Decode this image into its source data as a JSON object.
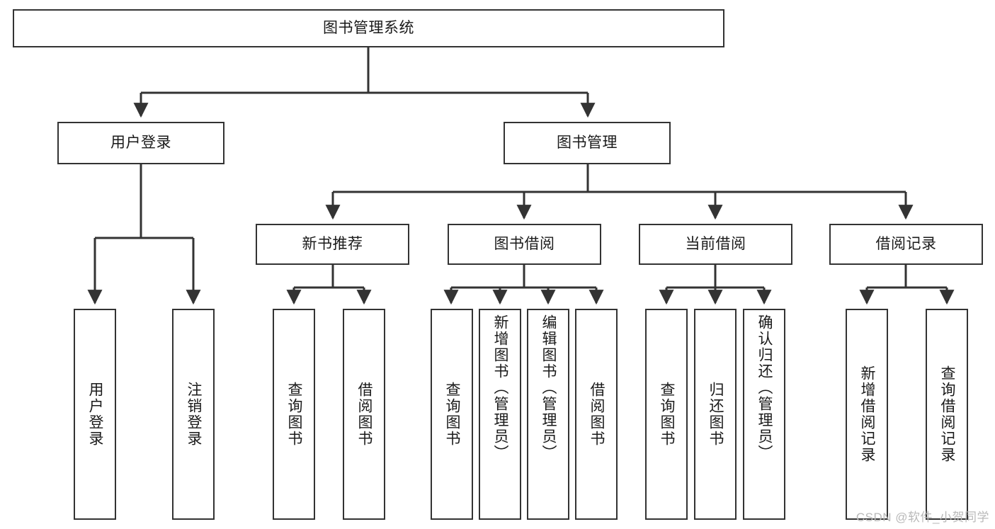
{
  "diagram": {
    "title": "图书管理系统",
    "type": "tree",
    "watermark": "CSDN @软件_小贺同学",
    "colors": {
      "box_border": "#333333",
      "box_fill": "#ffffff",
      "connector": "#333333",
      "text": "#1a1a1a",
      "watermark": "#b9b9b9"
    },
    "nodes": {
      "root": {
        "label": "图书管理系统",
        "level": 0
      },
      "level1": [
        {
          "id": "user-login",
          "label": "用户登录"
        },
        {
          "id": "book-management",
          "label": "图书管理"
        }
      ],
      "level2": [
        {
          "id": "new-book-recommend",
          "label": "新书推荐",
          "parent": "book-management"
        },
        {
          "id": "book-borrow",
          "label": "图书借阅",
          "parent": "book-management"
        },
        {
          "id": "current-borrow",
          "label": "当前借阅",
          "parent": "book-management"
        },
        {
          "id": "borrow-record",
          "label": "借阅记录",
          "parent": "book-management"
        }
      ],
      "leaves": [
        {
          "id": "leaf-user-login",
          "label": "用户登录",
          "parent": "user-login"
        },
        {
          "id": "leaf-logout",
          "label": "注销登录",
          "parent": "user-login"
        },
        {
          "id": "leaf-query-book-1",
          "label": "查询图书",
          "parent": "new-book-recommend"
        },
        {
          "id": "leaf-borrow-book-1",
          "label": "借阅图书",
          "parent": "new-book-recommend"
        },
        {
          "id": "leaf-query-book-2",
          "label": "查询图书",
          "parent": "book-borrow"
        },
        {
          "id": "leaf-add-book",
          "label": "新增图书（管理员）",
          "parent": "book-borrow"
        },
        {
          "id": "leaf-edit-book",
          "label": "编辑图书（管理员）",
          "parent": "book-borrow"
        },
        {
          "id": "leaf-borrow-book-2",
          "label": "借阅图书",
          "parent": "book-borrow"
        },
        {
          "id": "leaf-query-book-3",
          "label": "查询图书",
          "parent": "current-borrow"
        },
        {
          "id": "leaf-return-book",
          "label": "归还图书",
          "parent": "current-borrow"
        },
        {
          "id": "leaf-confirm-return",
          "label": "确认归还（管理员）",
          "parent": "current-borrow"
        },
        {
          "id": "leaf-add-record",
          "label": "新增借阅记录",
          "parent": "borrow-record"
        },
        {
          "id": "leaf-query-record",
          "label": "查询借阅记录",
          "parent": "borrow-record"
        }
      ]
    }
  }
}
